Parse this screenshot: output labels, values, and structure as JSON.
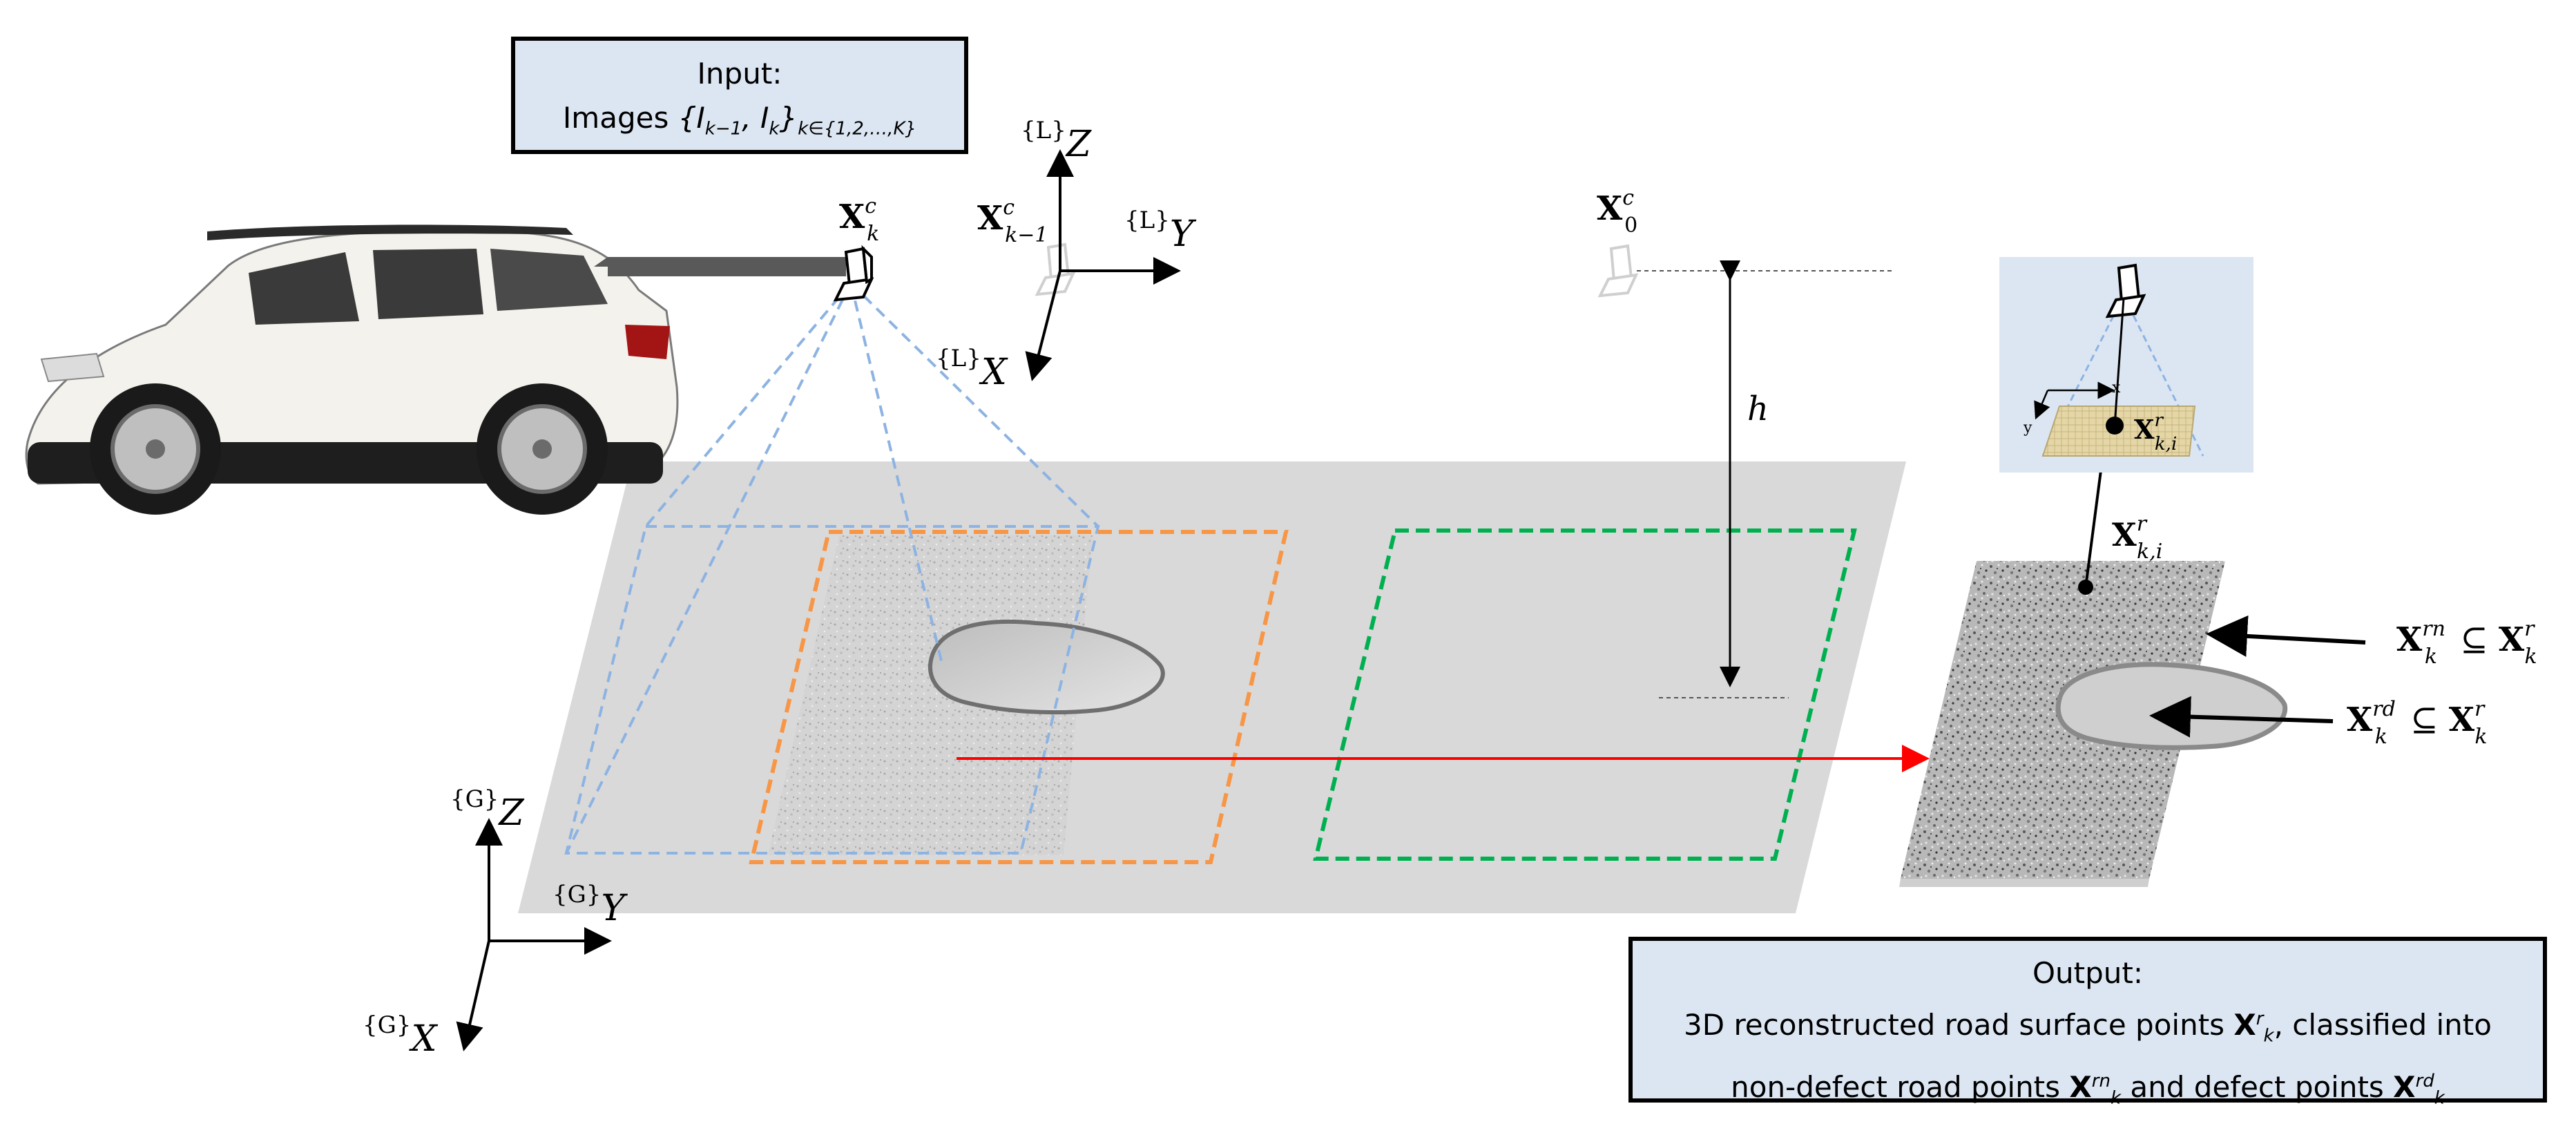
{
  "input_box": {
    "line1": "Input:",
    "line2_prefix": "Images ",
    "line2_math": "{I",
    "line2_sub1": "k−1",
    "line2_mid": ", I",
    "line2_sub2": "k",
    "line2_close": "}",
    "line2_sub3": "k∈{1,2,…,K}"
  },
  "output_box": {
    "line1": "Output:",
    "line2_text": "3D reconstructed road surface points ",
    "line2_sym": "X",
    "line2_sup": "r",
    "line2_sub": "k",
    "line2_tail": ", classified into",
    "line3_text": "non-defect road points ",
    "line3_sym1": "X",
    "line3_sup1": "rn",
    "line3_sub1": "k",
    "line3_mid": " and defect points ",
    "line3_sym2": "X",
    "line3_sup2": "rd",
    "line3_sub2": "k"
  },
  "labels": {
    "cam_k": {
      "sym": "X",
      "sup": "c",
      "sub": "k"
    },
    "cam_k1": {
      "sym": "X",
      "sup": "c",
      "sub": "k−1"
    },
    "cam_0": {
      "sym": "X",
      "sup": "c",
      "sub": "0"
    },
    "h": "h",
    "L_Z": {
      "frame": "{L}",
      "axis": "Z"
    },
    "L_Y": {
      "frame": "{L}",
      "axis": "Y"
    },
    "L_X": {
      "frame": "{L}",
      "axis": "X"
    },
    "G_Z": {
      "frame": "{G}",
      "axis": "Z"
    },
    "G_Y": {
      "frame": "{G}",
      "axis": "Y"
    },
    "G_X": {
      "frame": "{G}",
      "axis": "X"
    },
    "xki": {
      "sym": "X",
      "sup": "r",
      "sub": "k,i"
    },
    "xki_inset": {
      "sym": "X",
      "sup": "r",
      "sub": "k,i"
    },
    "xrn": {
      "sym": "X",
      "sup": "rn",
      "sub": "k",
      "rel": " ⊆ ",
      "sym2": "X",
      "sup2": "r",
      "sub2": "k"
    },
    "xrd": {
      "sym": "X",
      "sup": "rd",
      "sub": "k",
      "rel": " ⊆ ",
      "sym2": "X",
      "sup2": "r",
      "sub2": "k"
    },
    "inset_x": "x",
    "inset_y": "y"
  },
  "colors": {
    "road": "#d9d9d9",
    "blue_frame": "#8db3e2",
    "orange_frame": "#f79646",
    "green_frame": "#00b050",
    "red_arrow": "#ff0000",
    "box_fill": "#dce6f2",
    "inset_fill": "#dce6f2"
  }
}
